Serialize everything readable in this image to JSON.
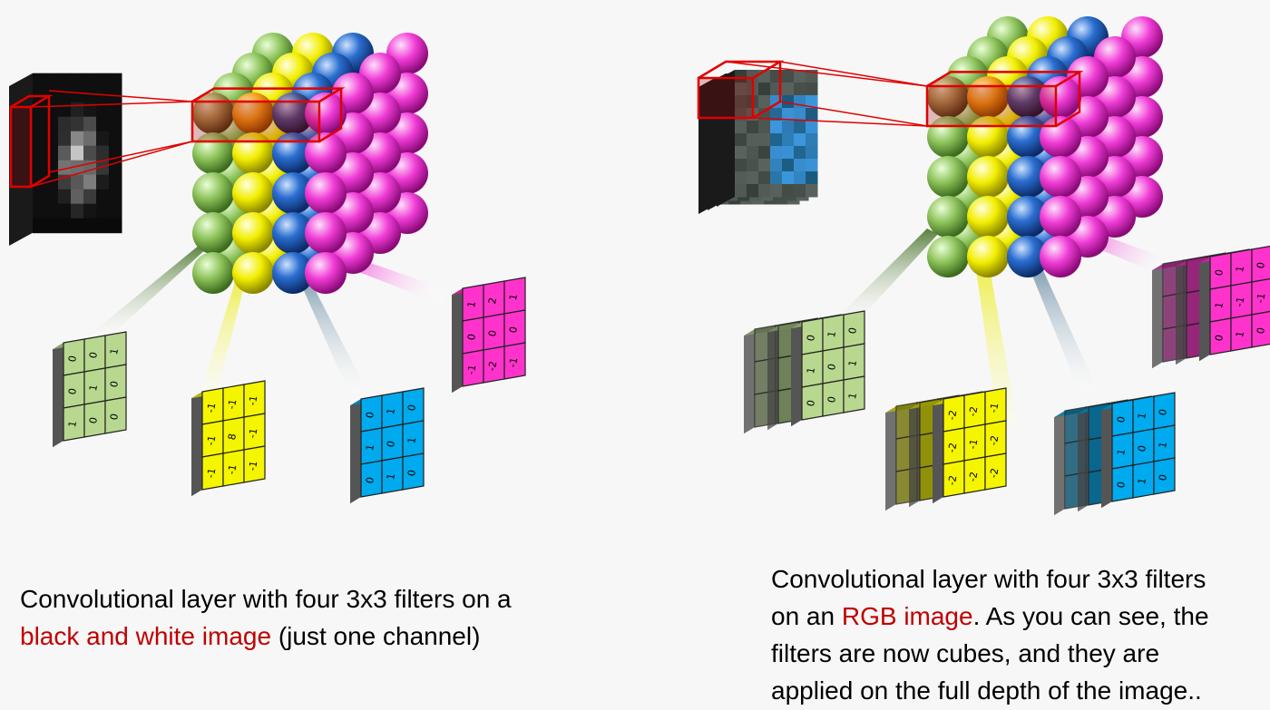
{
  "captions": {
    "left": {
      "line1": "Convolutional layer with four 3x3 filters on a",
      "highlight": "black and white image",
      "rest": " (just one channel)"
    },
    "right": {
      "line1": "Convolutional layer with four 3x3 filters",
      "pre": "on an ",
      "highlight": "RGB image",
      "post": ". As you can see, the",
      "line3": "filters are now cubes, and they are",
      "line4": "applied on the full depth of the image.."
    }
  },
  "colors": {
    "green": "#b8d88f",
    "yellow": "#f5f500",
    "blue": "#00aaee",
    "magenta": "#ff33cc",
    "accent_red": "#c00000"
  },
  "filters_left": [
    {
      "color": "green",
      "cells": [
        "0",
        "0",
        "1",
        "0",
        "1",
        "0",
        "1",
        "0",
        "0"
      ]
    },
    {
      "color": "yellow",
      "cells": [
        "-1",
        "-1",
        "-1",
        "-1",
        "8",
        "-1",
        "-1",
        "-1",
        "-1"
      ]
    },
    {
      "color": "blue",
      "cells": [
        "0",
        "1",
        "0",
        "1",
        "0",
        "1",
        "0",
        "1",
        "0"
      ]
    },
    {
      "color": "magenta",
      "cells": [
        "1",
        "2",
        "1",
        "0",
        "0",
        "0",
        "-1",
        "-2",
        "-1"
      ]
    }
  ],
  "filters_right": [
    {
      "color": "green",
      "cells": [
        "0",
        "1",
        "0",
        "1",
        "0",
        "1",
        "0",
        "0",
        "1"
      ]
    },
    {
      "color": "yellow",
      "cells": [
        "-2",
        "-2",
        "-1",
        "-2",
        "-1",
        "-2",
        "-2",
        "-2",
        "-2"
      ]
    },
    {
      "color": "blue",
      "cells": [
        "0",
        "1",
        "0",
        "1",
        "0",
        "1",
        "0",
        "1",
        "0"
      ]
    },
    {
      "color": "magenta",
      "cells": [
        "0",
        "1",
        "0",
        "1",
        "-1",
        "-1",
        "0",
        "1",
        "0"
      ]
    }
  ],
  "icons": {
    "sphere_layer": "sphere-grid-icon",
    "input_image": "pixel-image-icon",
    "filter": "filter-grid-icon"
  }
}
